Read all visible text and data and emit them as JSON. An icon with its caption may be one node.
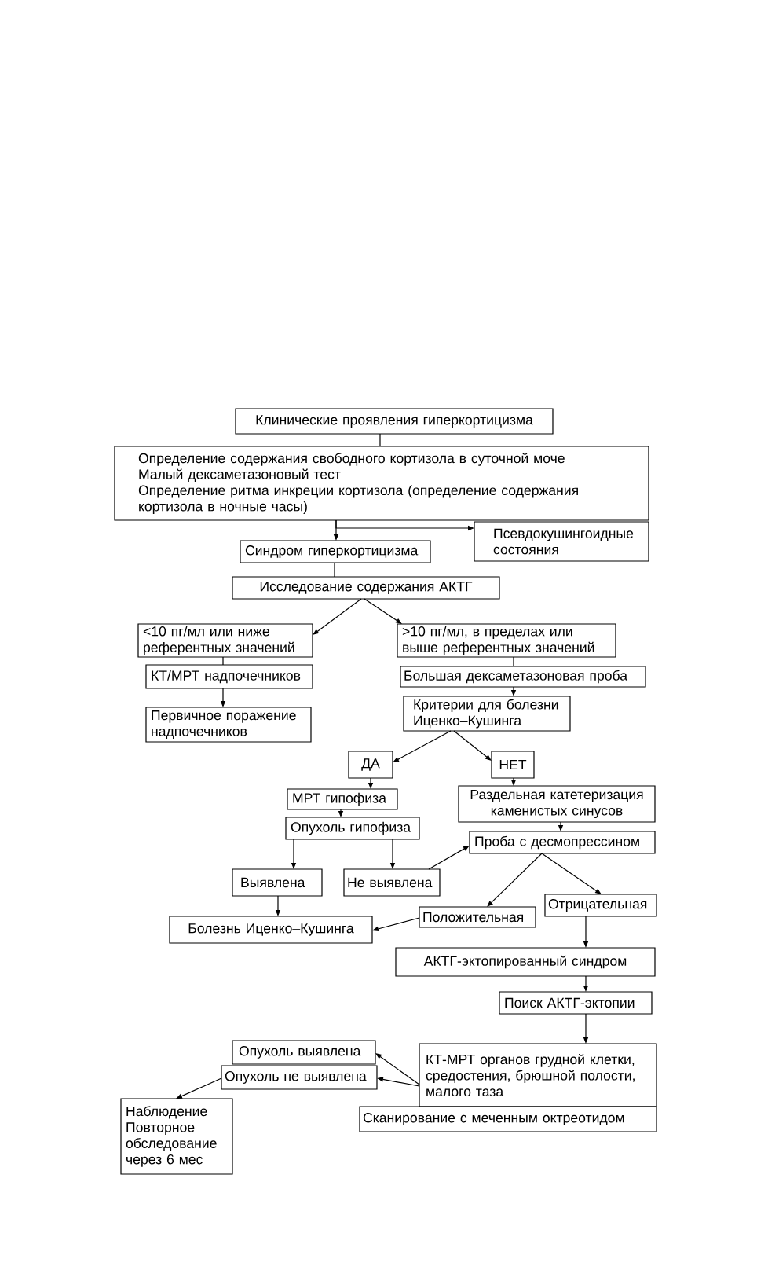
{
  "diagram": {
    "nodes": [
      {
        "text": [
          "Клинические проявления гиперкортицизма"
        ]
      },
      {
        "text": [
          "Определение содержания свободного кортизола в суточной моче",
          "Малый дексаметазоновый тест",
          "Определение ритма инкреции кортизола (определение содержания кортизола в ночные часы)"
        ]
      },
      {
        "text": [
          "Синдром гиперкортицизма"
        ]
      },
      {
        "text": [
          "Псевдокушингоидные состояния"
        ]
      },
      {
        "text": [
          "Исследование содержания АКТГ"
        ]
      },
      {
        "text": [
          "<10 пг/мл или ниже референтных значений"
        ]
      },
      {
        "text": [
          ">10 пг/мл, в пределах или выше референтных значений"
        ]
      },
      {
        "text": [
          "КТ/МРТ надпочечников"
        ]
      },
      {
        "text": [
          "Первичное поражение надпочечников"
        ]
      },
      {
        "text": [
          "Большая дексаметазоновая проба"
        ]
      },
      {
        "text": [
          "Критерии для болезни Иценко–Кушинга"
        ]
      },
      {
        "text": [
          "ДА"
        ]
      },
      {
        "text": [
          "НЕТ"
        ]
      },
      {
        "text": [
          "МРТ гипофиза"
        ]
      },
      {
        "text": [
          "Раздельная катетеризация каменистых синусов"
        ]
      },
      {
        "text": [
          "Опухоль гипофиза"
        ]
      },
      {
        "text": [
          "Проба с десмопрессином"
        ]
      },
      {
        "text": [
          "Выявлена"
        ]
      },
      {
        "text": [
          "Не выявлена"
        ]
      },
      {
        "text": [
          "Положительная"
        ]
      },
      {
        "text": [
          "Отрицательная"
        ]
      },
      {
        "text": [
          "Болезнь Иценко–Кушинга"
        ]
      },
      {
        "text": [
          "АКТГ-эктопированный синдром"
        ]
      },
      {
        "text": [
          "Поиск АКТГ-эктопии"
        ]
      },
      {
        "text": [
          "КТ-МРТ органов грудной клетки, средостения, брюшной полости, малого таза"
        ]
      },
      {
        "text": [
          "Сканирование с меченным октреотидом"
        ]
      },
      {
        "text": [
          "Опухоль выявлена"
        ]
      },
      {
        "text": [
          "Опухоль не выявлена"
        ]
      },
      {
        "text": [
          "Наблюдение",
          "Повторное обследование через 6 мес"
        ]
      }
    ],
    "edges": [
      {
        "from": 0,
        "to": 1,
        "arrow": "none"
      },
      {
        "from": 1,
        "to": 2,
        "arrow": "to"
      },
      {
        "from": 1,
        "to": 3,
        "arrow": "to"
      },
      {
        "from": 2,
        "to": 4,
        "arrow": "none"
      },
      {
        "from": 4,
        "to": 5,
        "arrow": "to"
      },
      {
        "from": 4,
        "to": 6,
        "arrow": "to"
      },
      {
        "from": 5,
        "to": 7,
        "arrow": "none"
      },
      {
        "from": 7,
        "to": 8,
        "arrow": "to"
      },
      {
        "from": 6,
        "to": 9,
        "arrow": "none"
      },
      {
        "from": 9,
        "to": 10,
        "arrow": "to"
      },
      {
        "from": 10,
        "to": 11,
        "arrow": "to"
      },
      {
        "from": 10,
        "to": 12,
        "arrow": "to"
      },
      {
        "from": 11,
        "to": 13,
        "arrow": "to"
      },
      {
        "from": 12,
        "to": 14,
        "arrow": "to"
      },
      {
        "from": 13,
        "to": 15,
        "arrow": "to"
      },
      {
        "from": 14,
        "to": 16,
        "arrow": "to"
      },
      {
        "from": 15,
        "to": 17,
        "arrow": "to"
      },
      {
        "from": 15,
        "to": 18,
        "arrow": "to"
      },
      {
        "from": 18,
        "to": 16,
        "arrow": "to"
      },
      {
        "from": 16,
        "to": 19,
        "arrow": "to"
      },
      {
        "from": 16,
        "to": 20,
        "arrow": "to"
      },
      {
        "from": 17,
        "to": 21,
        "arrow": "to"
      },
      {
        "from": 19,
        "to": 21,
        "arrow": "to"
      },
      {
        "from": 20,
        "to": 22,
        "arrow": "to"
      },
      {
        "from": 22,
        "to": 23,
        "arrow": "to"
      },
      {
        "from": 23,
        "to": 24,
        "arrow": "to"
      },
      {
        "from": 24,
        "to": 26,
        "arrow": "to"
      },
      {
        "from": 24,
        "to": 27,
        "arrow": "to"
      },
      {
        "from": 27,
        "to": 28,
        "arrow": "to"
      }
    ]
  }
}
